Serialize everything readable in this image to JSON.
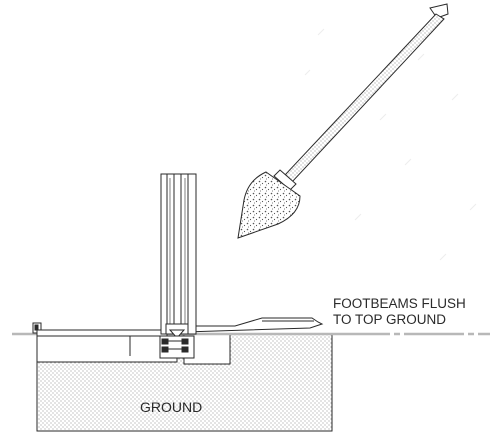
{
  "labels": {
    "ground": "GROUND",
    "footbeams_line1": "FOOTBEAMS FLUSH",
    "footbeams_line2": "TO TOP GROUND"
  },
  "icons": {
    "tool": "shovel-icon"
  },
  "colors": {
    "ink": "#2a2a2a",
    "ground_fill": "#ffffff",
    "ground_dots": "#7a7a7a",
    "ground_line": "#b8b8b8"
  }
}
